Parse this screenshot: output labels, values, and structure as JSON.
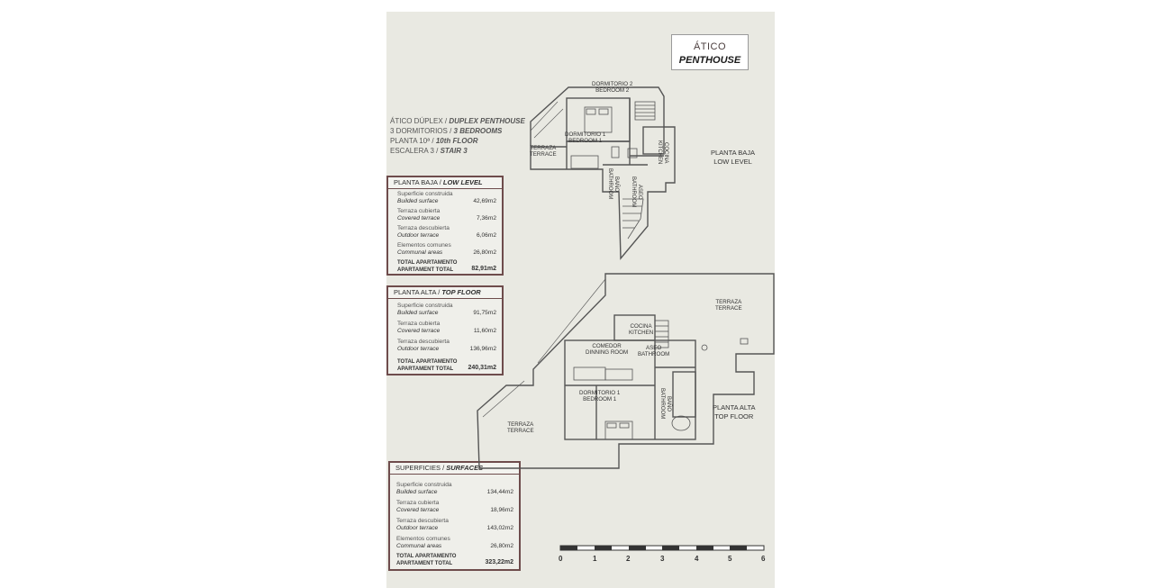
{
  "header": {
    "title_es": "ÁTICO",
    "title_en": "PENTHOUSE"
  },
  "summary": {
    "line1_es": "ÁTICO DÚPLEX / ",
    "line1_en": "DUPLEX PENTHOUSE",
    "line2_es": "3 DORMITORIOS / ",
    "line2_en": "3 BEDROOMS",
    "line3_es": "PLANTA 10ª / ",
    "line3_en": "10th FLOOR",
    "line4_es": "ESCALERA 3 / ",
    "line4_en": "STAIR 3"
  },
  "low_level": {
    "title_es": "PLANTA BAJA / ",
    "title_en": "LOW LEVEL",
    "rows": [
      {
        "es": "Superficie construida",
        "en": "Builded surface",
        "value": "42,69m2"
      },
      {
        "es": "Terraza cubierta",
        "en": "Covered terrace",
        "value": "7,36m2"
      },
      {
        "es": "Terraza descubierta",
        "en": "Outdoor terrace",
        "value": "6,06m2"
      },
      {
        "es": "Elementos comunes",
        "en": "Communal areas",
        "value": "26,80m2"
      }
    ],
    "total_es": "TOTAL APARTAMENTO",
    "total_en": "APARTAMENT TOTAL",
    "total_value": "82,91m2"
  },
  "top_floor": {
    "title_es": "PLANTA ALTA / ",
    "title_en": "TOP FLOOR",
    "rows": [
      {
        "es": "Superficie construida",
        "en": "Builded surface",
        "value": "91,75m2"
      },
      {
        "es": "Terraza cubierta",
        "en": "Covered terrace",
        "value": "11,60m2"
      },
      {
        "es": "Terraza descubierta",
        "en": "Outdoor terrace",
        "value": "136,96m2"
      }
    ],
    "total_es": "TOTAL APARTAMENTO",
    "total_en": "APARTAMENT TOTAL",
    "total_value": "240,31m2"
  },
  "surfaces": {
    "title_es": "SUPERFICIES / ",
    "title_en": "SURFACES",
    "rows": [
      {
        "es": "Superficie construida",
        "en": "Builded surface",
        "value": "134,44m2"
      },
      {
        "es": "Terraza cubierta",
        "en": "Covered terrace",
        "value": "18,96m2"
      },
      {
        "es": "Terraza descubierta",
        "en": "Outdoor terrace",
        "value": "143,02m2"
      },
      {
        "es": "Elementos comunes",
        "en": "Communal areas",
        "value": "26,80m2"
      }
    ],
    "total_es": "TOTAL APARTAMENTO",
    "total_en": "APARTAMENT TOTAL",
    "total_value": "323,22m2"
  },
  "plan_low": {
    "level_es": "PLANTA BAJA",
    "level_en": "LOW LEVEL",
    "dorm2_es": "DORMITORIO 2",
    "dorm2_en": "BEDROOM 2",
    "dorm1_es": "DORMITORIO 1",
    "dorm1_en": "BEDROOM 1",
    "terraza_es": "TERRAZA",
    "terraza_en": "TERRACE",
    "cocina_es": "COCINA",
    "cocina_en": "KITCHEN",
    "bano_es": "BAÑO",
    "bano_en": "BATHROOM",
    "aseo_es": "ASEO",
    "aseo_en": "BATHROOM"
  },
  "plan_top": {
    "level_es": "PLANTA ALTA",
    "level_en": "TOP FLOOR",
    "terraza1_es": "TERRAZA",
    "terraza1_en": "TERRACE",
    "cocina_es": "COCINA",
    "cocina_en": "KITCHEN",
    "comedor_es": "COMEDOR",
    "comedor_en": "DINNING ROOM",
    "aseo_es": "ASEO",
    "aseo_en": "BATHROOM",
    "dorm1_es": "DORMITORIO 1",
    "dorm1_en": "BEDROOM 1",
    "bano_es": "BAÑO",
    "bano_en": "BATHROOM",
    "terraza2_es": "TERRAZA",
    "terraza2_en": "TERRACE"
  },
  "scale": {
    "ticks": [
      "0",
      "1",
      "2",
      "3",
      "4",
      "5",
      "6"
    ]
  },
  "colors": {
    "sheet": "#e9e9e2",
    "border": "#6e4c4c"
  }
}
